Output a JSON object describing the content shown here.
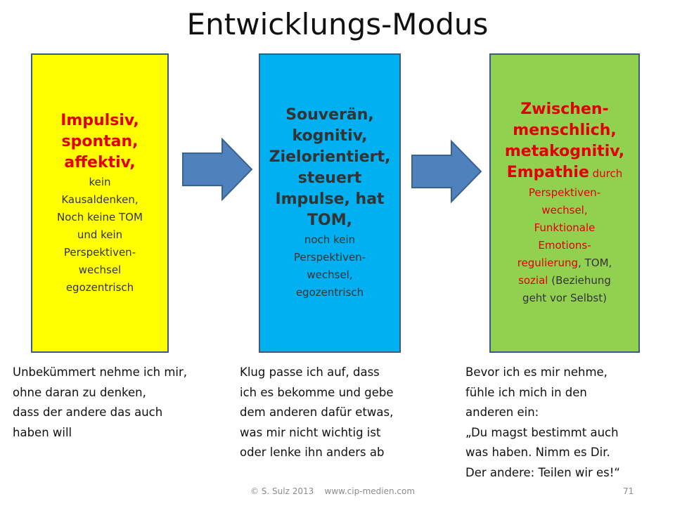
{
  "title": "Entwicklungs-Modus",
  "boxes": [
    {
      "bold_lines": [
        "Impulsiv,",
        "spontan,",
        "affektiv,"
      ],
      "small_lines": [
        "kein",
        "Kausaldenken,",
        "Noch keine TOM",
        "und kein",
        "Perspektiven-",
        "wechsel",
        "egozentrisch"
      ]
    },
    {
      "bold_lines": [
        "Souverän,",
        "kognitiv,",
        "Zielorientiert,",
        "steuert",
        "Impulse, hat",
        "TOM,"
      ],
      "small_lines": [
        "noch kein",
        "Perspektiven-",
        "wechsel,",
        "egozentrisch"
      ]
    },
    {
      "bold_lines": [
        "Zwischen-",
        "menschlich,",
        "metakognitiv,"
      ],
      "empathie": "Empathie",
      "durch": " durch",
      "red_lines": [
        "Perspektiven-",
        "wechsel,",
        "Funktionale",
        "Emotions-"
      ],
      "regulierung": "regulierung",
      "tom": ", TOM,",
      "sozial": "sozial",
      "beziehung": " (Beziehung",
      "last_line": "geht vor Selbst)"
    }
  ],
  "captions": [
    [
      "Unbekümmert nehme ich mir,",
      "ohne daran zu denken,",
      "dass der andere das auch",
      "haben will"
    ],
    [
      "Klug passe ich auf, dass",
      "ich es bekomme und gebe",
      "dem anderen dafür etwas,",
      "was mir nicht wichtig ist",
      "oder lenke ihn anders ab"
    ],
    [
      "Bevor ich es mir nehme,",
      "fühle ich mich in den",
      "anderen ein:",
      "„Du magst bestimmt auch",
      "was haben. Nimm es Dir.",
      "Der andere: Teilen wir es!“"
    ]
  ],
  "footer": {
    "credit": "© S. Sulz 2013    www.cip-medien.com",
    "page": "71"
  },
  "colors": {
    "box1": "#ffff00",
    "box2": "#00b0f0",
    "box3": "#92d050",
    "arrow": "#4f81bd",
    "red": "#e00000"
  }
}
